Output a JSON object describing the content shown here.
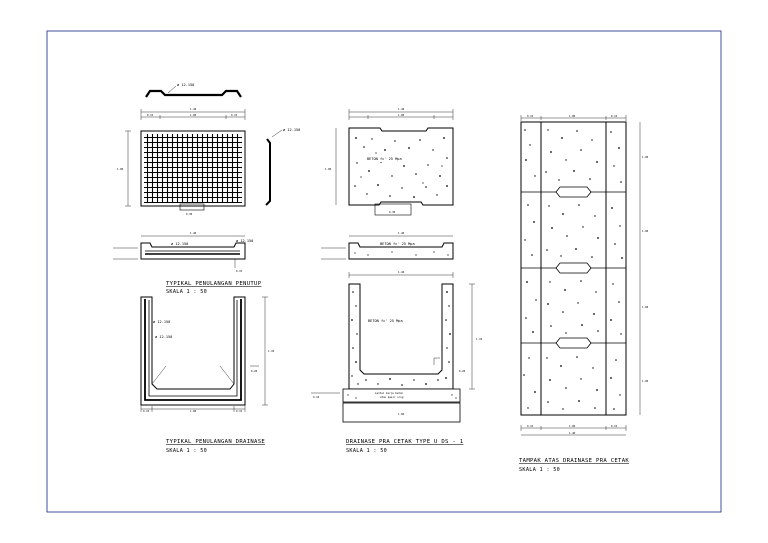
{
  "drawing": {
    "border_color": "#2e3d8f",
    "cover": {
      "title": "TYPIKAL PENULANGAN PENUTUP",
      "scale": "SKALA 1 : 50",
      "rebar_label": "ø 12-150"
    },
    "channel_rebar": {
      "title": "TYPIKAL PENULANGAN DRAINASE",
      "scale": "SKALA 1 : 50",
      "rebar_label": "ø 12-150"
    },
    "precast": {
      "title": "DRAINASE PRA CETAK TYPE U DS - 1",
      "scale": "SKALA 1 : 50",
      "concrete_label": "BETON fc' 25 Mpa",
      "base_note_1": "Lantai kerja beton",
      "base_note_2": "atau pasir urug"
    },
    "plan": {
      "title": "TAMPAK ATAS DRAINASE PRA CETAK",
      "scale": "SKALA 1 : 50"
    }
  }
}
